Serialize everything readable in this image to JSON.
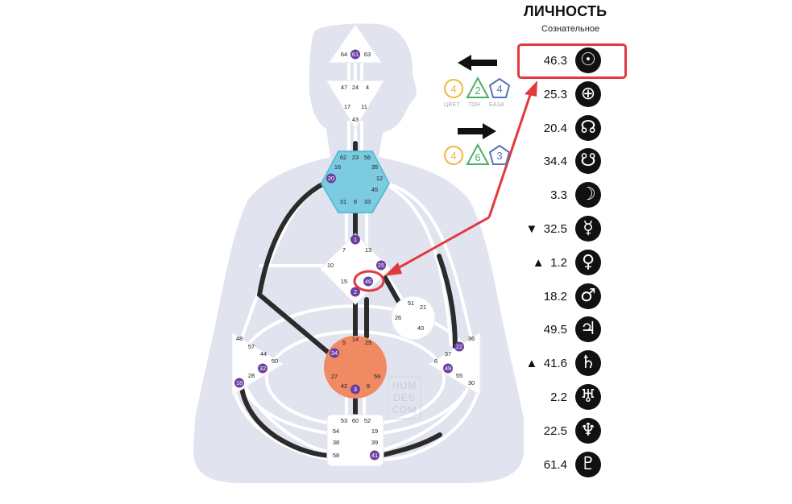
{
  "personality": {
    "title": "ЛИЧНОСТЬ",
    "subtitle": "Сознательное",
    "planets": [
      {
        "value": "46.3",
        "icon": "sun-icon",
        "glyph": "☉",
        "marker": ""
      },
      {
        "value": "25.3",
        "icon": "earth-icon",
        "glyph": "⊕",
        "marker": ""
      },
      {
        "value": "20.4",
        "icon": "north-node-icon",
        "glyph": "☊",
        "marker": ""
      },
      {
        "value": "34.4",
        "icon": "south-node-icon",
        "glyph": "☋",
        "marker": ""
      },
      {
        "value": "3.3",
        "icon": "moon-icon",
        "glyph": "☽",
        "marker": ""
      },
      {
        "value": "32.5",
        "icon": "mercury-icon",
        "glyph": "☿",
        "marker": "▼"
      },
      {
        "value": "1.2",
        "icon": "venus-icon",
        "glyph": "♀",
        "marker": "▲"
      },
      {
        "value": "18.2",
        "icon": "mars-icon",
        "glyph": "♂",
        "marker": ""
      },
      {
        "value": "49.5",
        "icon": "jupiter-icon",
        "glyph": "♃",
        "marker": ""
      },
      {
        "value": "41.6",
        "icon": "saturn-icon",
        "glyph": "♄",
        "marker": "▲"
      },
      {
        "value": "2.2",
        "icon": "uranus-icon",
        "glyph": "♅",
        "marker": ""
      },
      {
        "value": "22.5",
        "icon": "neptune-icon",
        "glyph": "♆",
        "marker": ""
      },
      {
        "value": "61.4",
        "icon": "pluto-icon",
        "glyph": "♇",
        "marker": ""
      }
    ]
  },
  "variables": {
    "top": {
      "arrow": "left",
      "color": "4",
      "tone": "2",
      "base": "4",
      "color_label": "ЦВЕТ",
      "tone_label": "ТОН",
      "base_label": "БАЗА"
    },
    "bottom": {
      "arrow": "right",
      "color": "4",
      "tone": "6",
      "base": "3"
    }
  },
  "watermark": [
    "HUM",
    "DES",
    "COM"
  ],
  "colors": {
    "highlight": "#e0393e",
    "activated": "#6b3fa0",
    "throat": "#5bbfd6",
    "sacral": "#ef7d51",
    "silhouette": "#dfe2ee"
  },
  "centers": {
    "head": {
      "gates": [
        "64",
        "61",
        "63"
      ],
      "active": [
        "61"
      ]
    },
    "ajna": {
      "gates": [
        "47",
        "24",
        "4",
        "17",
        "11",
        "43"
      ],
      "active": []
    },
    "throat": {
      "gates": [
        "62",
        "23",
        "56",
        "16",
        "35",
        "20",
        "12",
        "45",
        "31",
        "8",
        "33"
      ],
      "active": [
        "20"
      ]
    },
    "g": {
      "gates": [
        "1",
        "7",
        "13",
        "10",
        "25",
        "15",
        "46",
        "2"
      ],
      "active": [
        "1",
        "25",
        "46",
        "2"
      ]
    },
    "heart": {
      "gates": [
        "51",
        "21",
        "26",
        "40"
      ],
      "active": []
    },
    "spleen": {
      "gates": [
        "48",
        "57",
        "44",
        "50",
        "32",
        "28",
        "18"
      ],
      "active": [
        "32",
        "18"
      ]
    },
    "solar": {
      "gates": [
        "36",
        "22",
        "37",
        "6",
        "49",
        "55",
        "30"
      ],
      "active": [
        "22",
        "49"
      ]
    },
    "sacral": {
      "gates": [
        "5",
        "14",
        "29",
        "34",
        "27",
        "59",
        "42",
        "3",
        "9"
      ],
      "active": [
        "34",
        "3"
      ]
    },
    "root": {
      "gates": [
        "53",
        "60",
        "52",
        "54",
        "19",
        "38",
        "39",
        "58",
        "41"
      ],
      "active": [
        "41"
      ]
    }
  }
}
